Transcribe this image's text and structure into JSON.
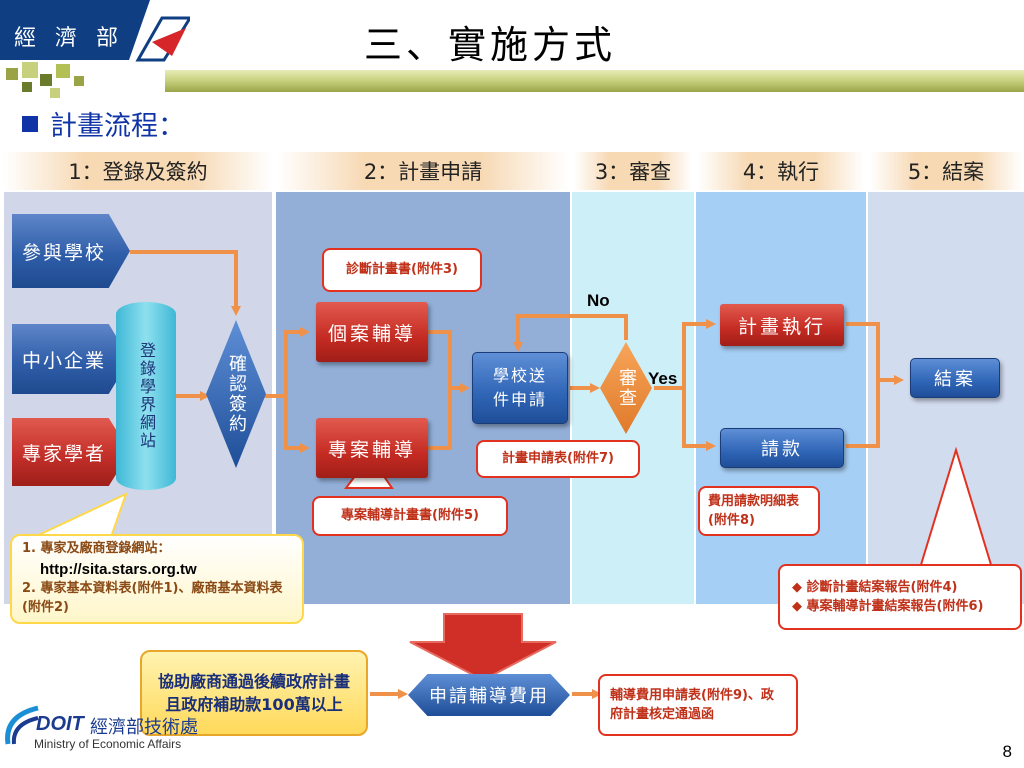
{
  "header": {
    "ministry": "經 濟 部",
    "title": "三、實施方式"
  },
  "section": {
    "heading": "計畫流程："
  },
  "phases": [
    {
      "label": "1：登錄及簽約",
      "color": "#d1d7e8"
    },
    {
      "label": "2：計畫申請",
      "color": "#93afd8"
    },
    {
      "label": "3：審查",
      "color": "#cceff8"
    },
    {
      "label": "4：執行",
      "color": "#a6cff5"
    },
    {
      "label": "5：結案",
      "color": "#d2dcef"
    }
  ],
  "participants": {
    "schools": "參與學校",
    "sme": "中小企業",
    "experts": "專家學者"
  },
  "registration": "登錄學界網站",
  "confirm_sign": "確認簽約",
  "registration_note": {
    "line1_num": "1.",
    "line1": "專家及廠商登錄網站：",
    "url": "http://sita.stars.org.tw",
    "line2_num": "2.",
    "line2": "專家基本資料表(附件1)、廠商基本資料表(附件2)"
  },
  "apply": {
    "case_guidance": "個案輔導",
    "project_guidance": "專案輔導",
    "diagnosis_doc": "診斷計畫書(附件3)",
    "project_doc": "專案輔導計畫書(附件5)",
    "school_submit": "學校送件申請",
    "plan_form": "計畫申請表(附件7)"
  },
  "review": {
    "label": "審查",
    "no": "No",
    "yes": "Yes"
  },
  "execute": {
    "plan_exec": "計畫執行",
    "request_payment": "請款",
    "expense_form": "費用請款明細表(附件8)"
  },
  "close": {
    "label": "結案",
    "reports": "◆ 診斷計畫結案報告(附件4)\n◆ 專案輔導計畫結案報告(附件6)"
  },
  "bottom": {
    "assist_note": "協助廠商通過後續政府計畫且政府補助款100萬以上",
    "apply_fee": "申請輔導費用",
    "fee_docs": "輔導費用申請表(附件9)、政府計畫核定通過函"
  },
  "footer": {
    "doit": "DOIT",
    "dept": "經濟部技術處",
    "english": "Ministry of Economic Affairs",
    "page": "8"
  },
  "colors": {
    "accent_blue": "#1034a6",
    "flow_orange": "#f0914a",
    "callout_red": "#e2311f"
  }
}
